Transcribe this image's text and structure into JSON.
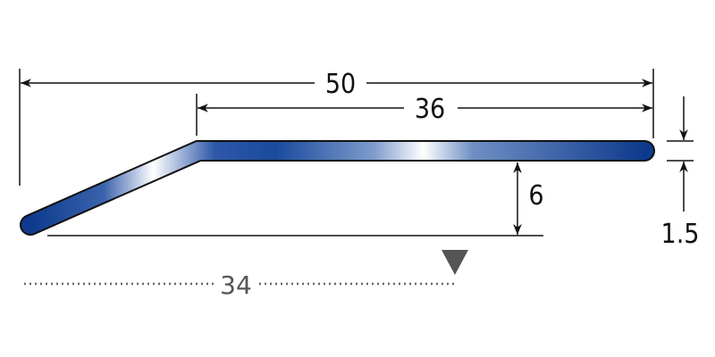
{
  "dimensions": {
    "total_width": "50",
    "flat_width": "36",
    "height": "6",
    "thickness": "1.5",
    "base_width": "34"
  },
  "colors": {
    "profile_dark": "#0d3a8c",
    "profile_light": "#ffffff",
    "outline": "#111111",
    "marker": "#555555"
  }
}
